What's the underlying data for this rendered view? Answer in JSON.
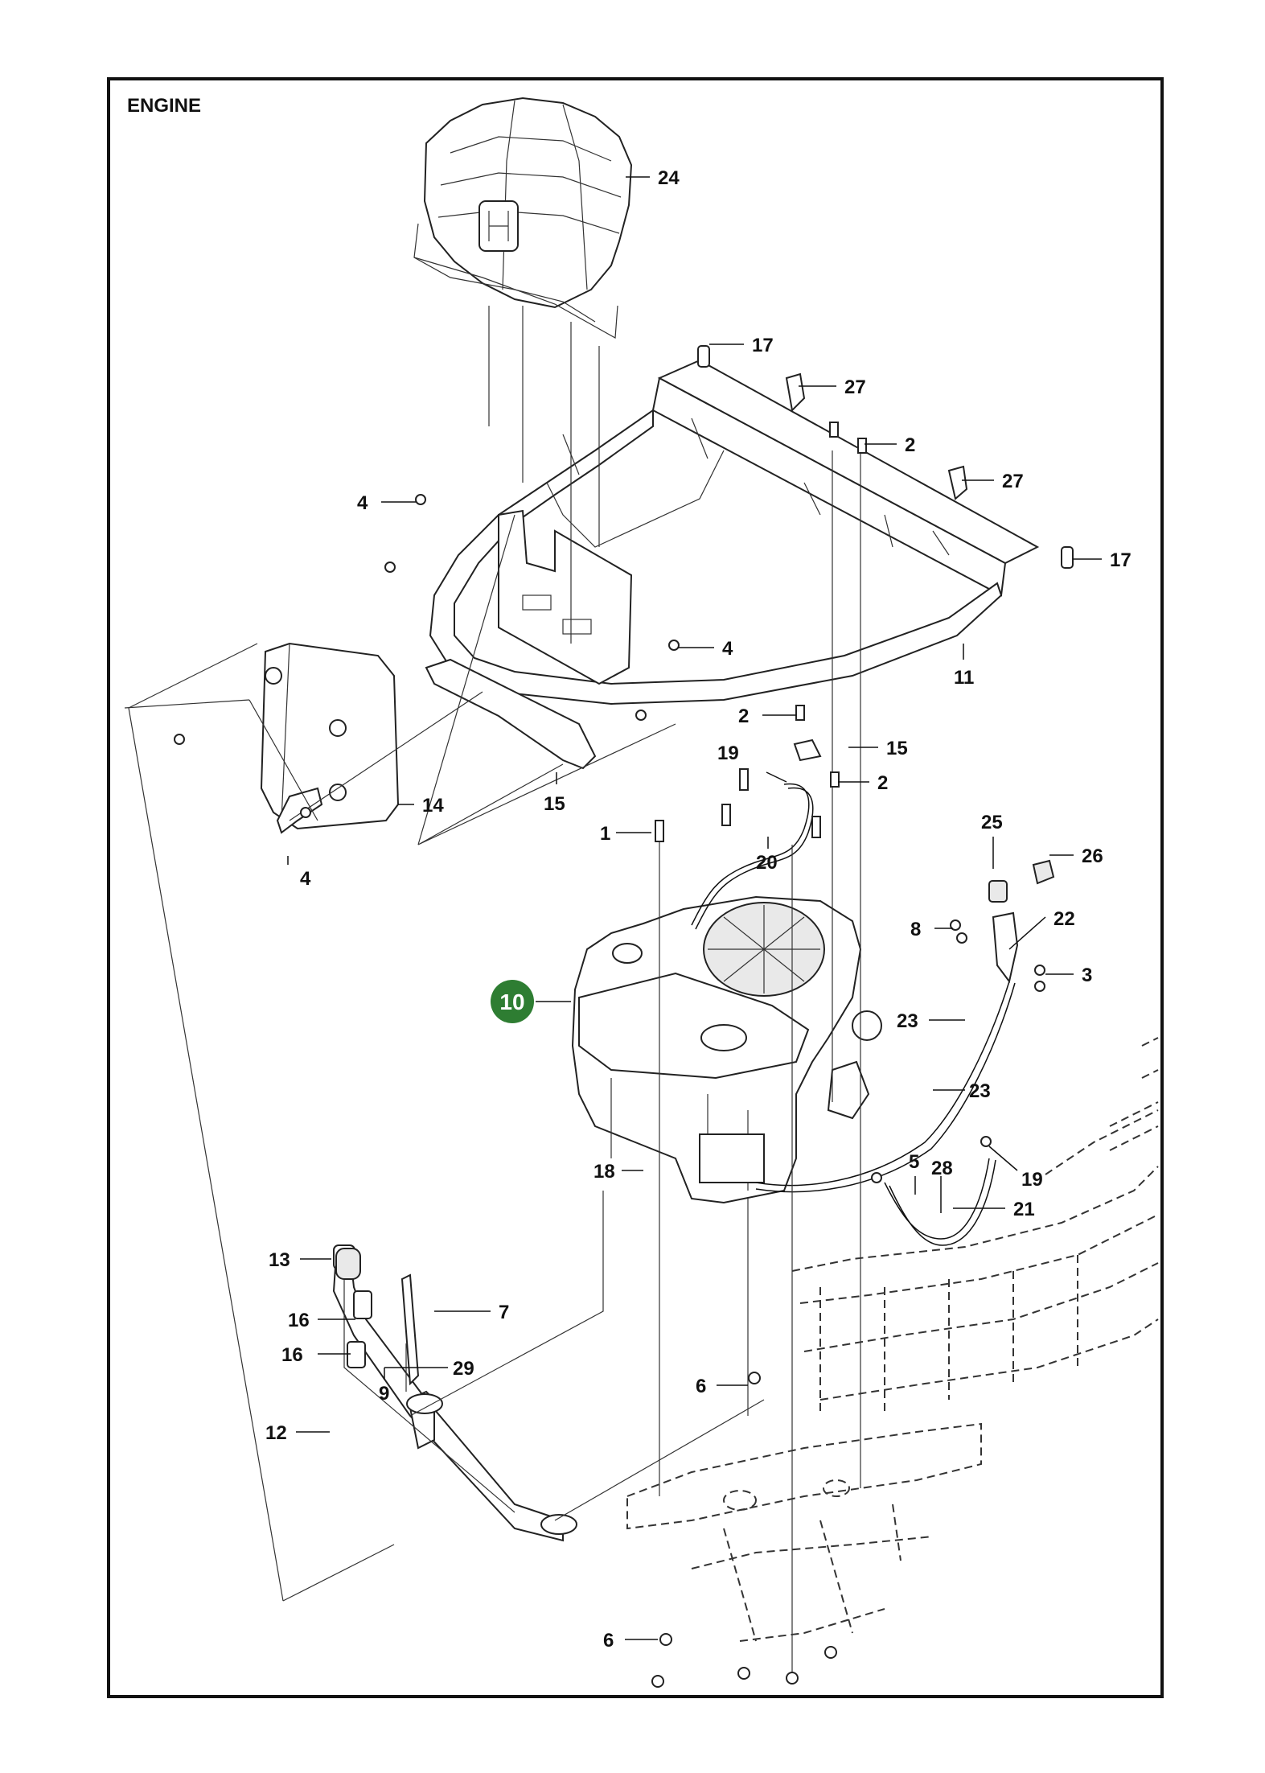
{
  "title": "ENGINE",
  "accent_color": "#2e7d32",
  "highlighted_part": "10",
  "callouts": [
    {
      "id": "c24a",
      "label": "24"
    },
    {
      "id": "c17a",
      "label": "17"
    },
    {
      "id": "c27a",
      "label": "27"
    },
    {
      "id": "c2a",
      "label": "2"
    },
    {
      "id": "c27b",
      "label": "27"
    },
    {
      "id": "c4a",
      "label": "4"
    },
    {
      "id": "c17b",
      "label": "17"
    },
    {
      "id": "c4b",
      "label": "4"
    },
    {
      "id": "c11",
      "label": "11"
    },
    {
      "id": "c2b",
      "label": "2"
    },
    {
      "id": "c15a",
      "label": "15"
    },
    {
      "id": "c19a",
      "label": "19"
    },
    {
      "id": "c2c",
      "label": "2"
    },
    {
      "id": "c14",
      "label": "14"
    },
    {
      "id": "c15b",
      "label": "15"
    },
    {
      "id": "c1",
      "label": "1"
    },
    {
      "id": "c20",
      "label": "20"
    },
    {
      "id": "c25",
      "label": "25"
    },
    {
      "id": "c26",
      "label": "26"
    },
    {
      "id": "c4c",
      "label": "4"
    },
    {
      "id": "c8",
      "label": "8"
    },
    {
      "id": "c22",
      "label": "22"
    },
    {
      "id": "c3",
      "label": "3"
    },
    {
      "id": "c23a",
      "label": "23"
    },
    {
      "id": "c23b",
      "label": "23"
    },
    {
      "id": "c5",
      "label": "5"
    },
    {
      "id": "c28",
      "label": "28"
    },
    {
      "id": "c19b",
      "label": "19"
    },
    {
      "id": "c18",
      "label": "18"
    },
    {
      "id": "c21",
      "label": "21"
    },
    {
      "id": "c13",
      "label": "13"
    },
    {
      "id": "c16a",
      "label": "16"
    },
    {
      "id": "c7",
      "label": "7"
    },
    {
      "id": "c16b",
      "label": "16"
    },
    {
      "id": "c29",
      "label": "29"
    },
    {
      "id": "c9",
      "label": "9"
    },
    {
      "id": "c6a",
      "label": "6"
    },
    {
      "id": "c12",
      "label": "12"
    },
    {
      "id": "c6b",
      "label": "6"
    }
  ]
}
